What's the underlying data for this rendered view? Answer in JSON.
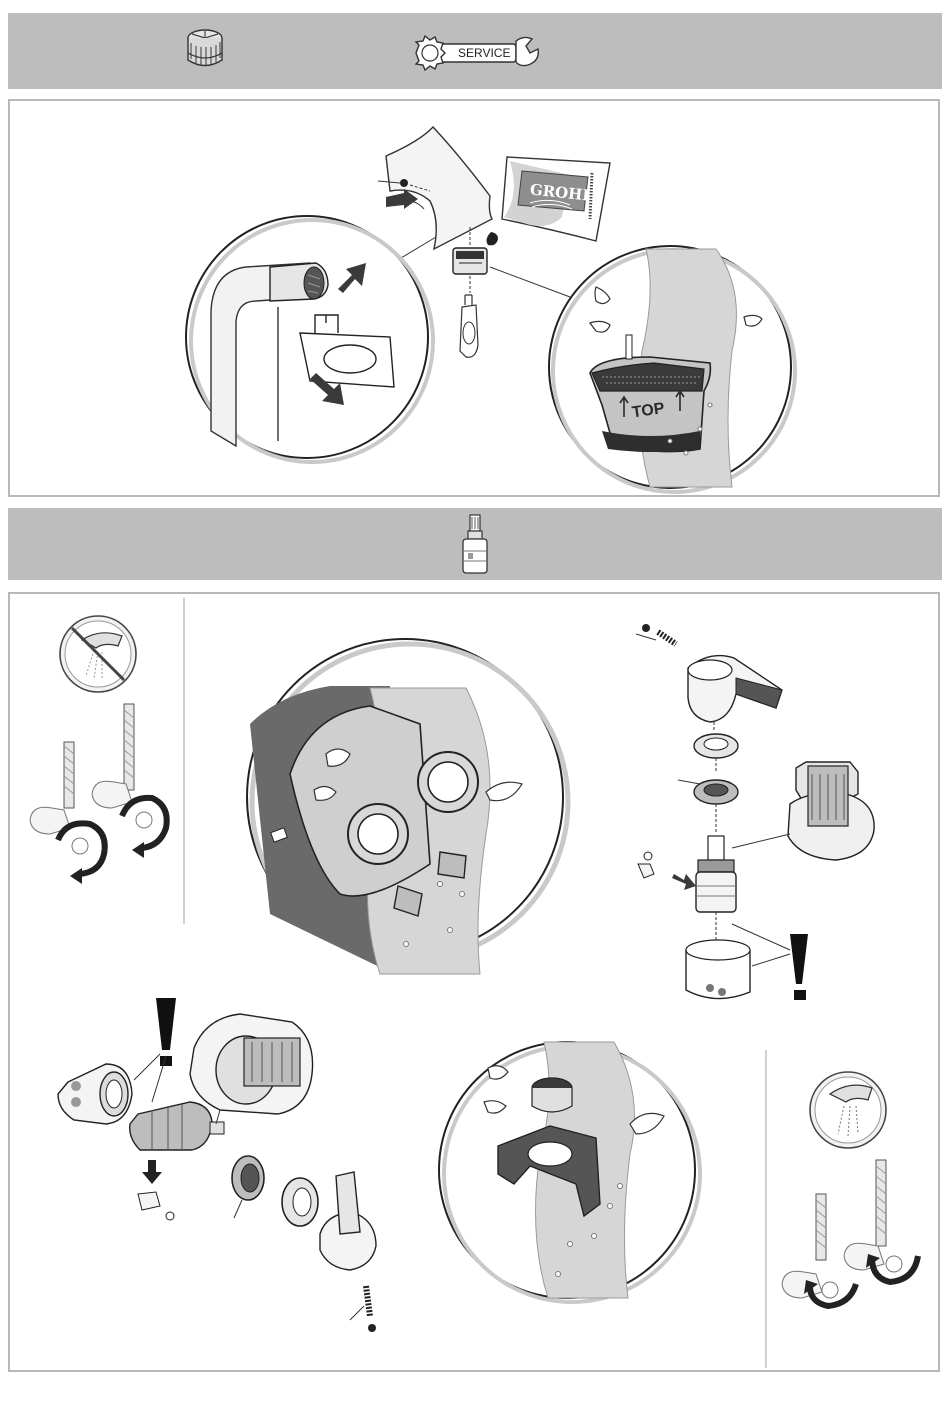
{
  "header": {
    "aerator_icon": "aerator-icon",
    "service_icon": "service-wrench-icon",
    "service_label": "SERVICE"
  },
  "aerator_section": {
    "packet_brand": "GROHE",
    "insert_label": "TOP"
  },
  "cartridge_header": {
    "cartridge_icon": "cartridge-icon"
  },
  "warnings": {
    "mark": "!"
  },
  "colors": {
    "header_bar": "#bdbdbd",
    "panel_border": "#b8b8b8",
    "water_gray": "#d6d6d6",
    "dark_shade": "#555555"
  }
}
